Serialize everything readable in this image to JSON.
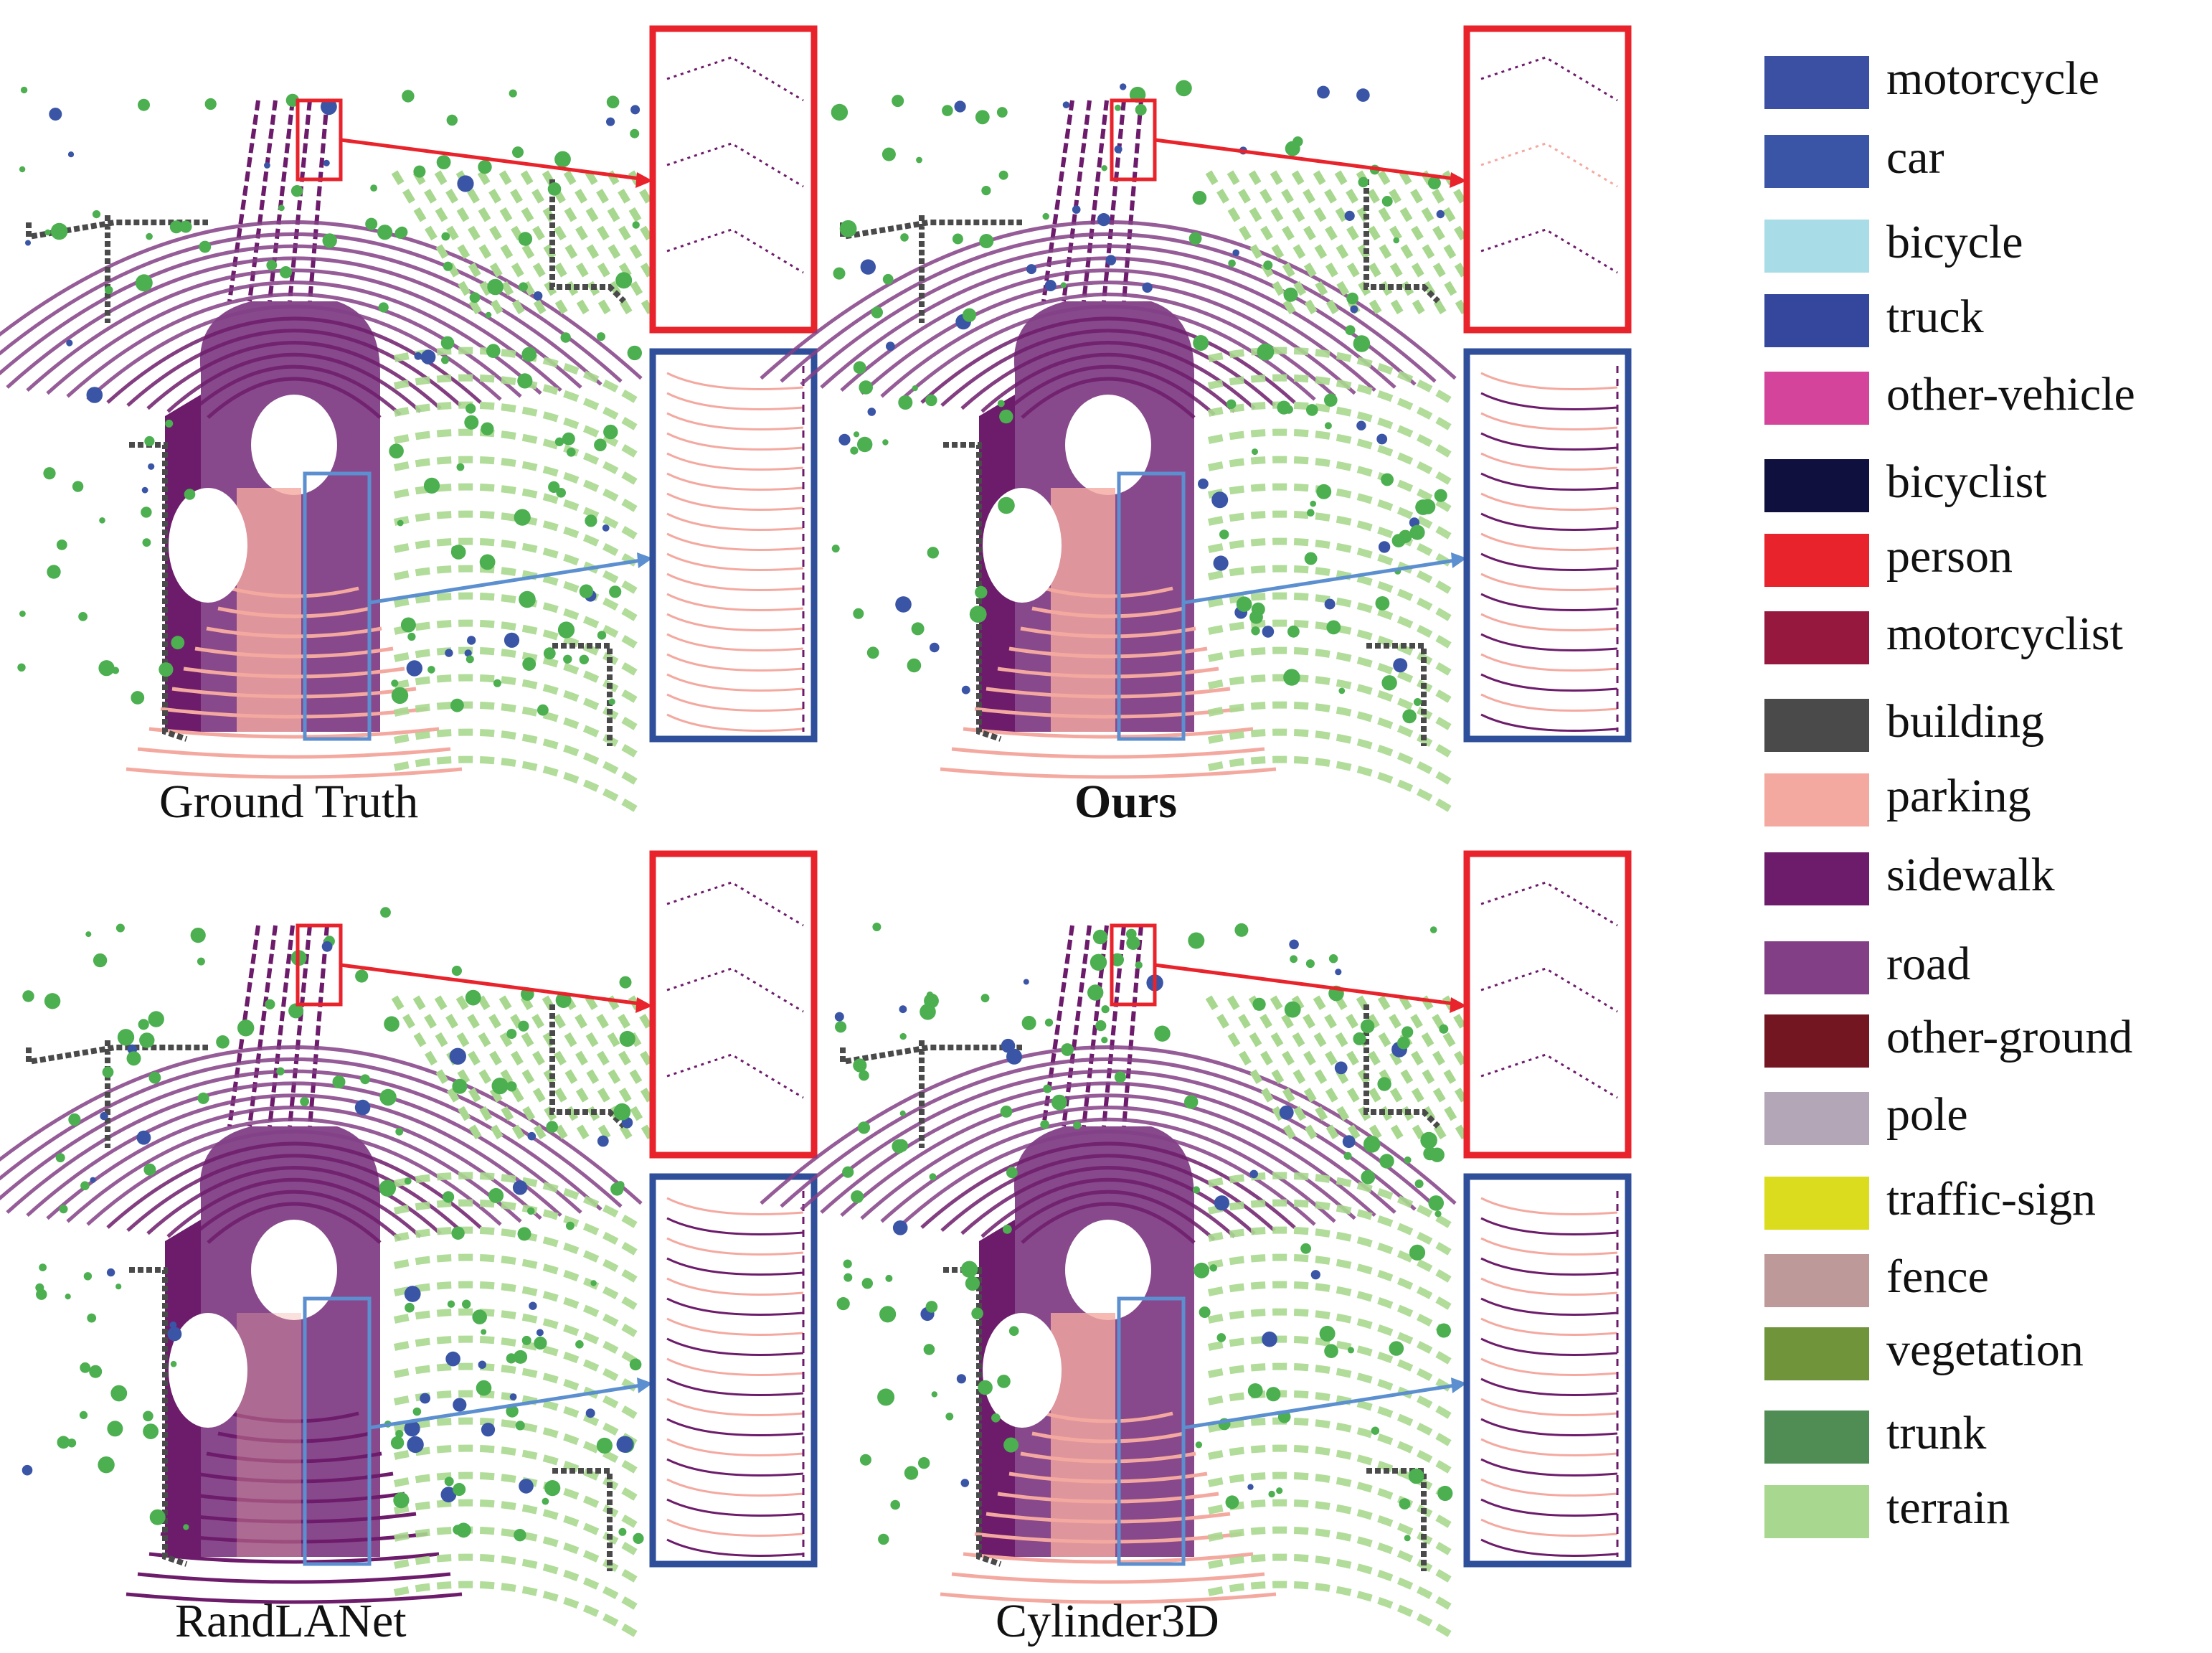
{
  "panels": [
    {
      "caption": "Ground Truth",
      "bold": false
    },
    {
      "caption": "Ours",
      "bold": true
    },
    {
      "caption": "RandLANet",
      "bold": false
    },
    {
      "caption": "Cylinder3D",
      "bold": false
    }
  ],
  "legend": [
    {
      "label": "motorcycle",
      "color": "#3b4fa3"
    },
    {
      "label": "car",
      "color": "#3a55a6"
    },
    {
      "label": "bicycle",
      "color": "#a8dde8"
    },
    {
      "label": "truck",
      "color": "#34479c"
    },
    {
      "label": "other-vehicle",
      "color": "#d3449a"
    },
    {
      "label": "bicyclist",
      "color": "#10103f"
    },
    {
      "label": "person",
      "color": "#e8232b"
    },
    {
      "label": "motorcyclist",
      "color": "#97183f"
    },
    {
      "label": "building",
      "color": "#4a4a4a"
    },
    {
      "label": "parking",
      "color": "#f4a9a0"
    },
    {
      "label": "sidewalk",
      "color": "#6d1c6b"
    },
    {
      "label": "road",
      "color": "#823f86"
    },
    {
      "label": "other-ground",
      "color": "#741522"
    },
    {
      "label": "pole",
      "color": "#b3a6b6"
    },
    {
      "label": "traffic-sign",
      "color": "#dcdc1e"
    },
    {
      "label": "fence",
      "color": "#be9999"
    },
    {
      "label": "vegetation",
      "color": "#6f943a"
    },
    {
      "label": "trunk",
      "color": "#4f8d55"
    },
    {
      "label": "terrain",
      "color": "#a8d88f"
    }
  ],
  "colors": {
    "red_box": "#e8232b",
    "blue_box": "#2f4f9b",
    "sidebox": "#5b8fcf",
    "green_veg": "#4caf50",
    "light_terrain": "#a8d88f",
    "road_purple": "#823f86",
    "sidewalk_purple": "#6d1c6b",
    "parking_pink": "#f4a9a0",
    "building_gray": "#4a4a4a",
    "car_blue": "#3a55a6"
  }
}
